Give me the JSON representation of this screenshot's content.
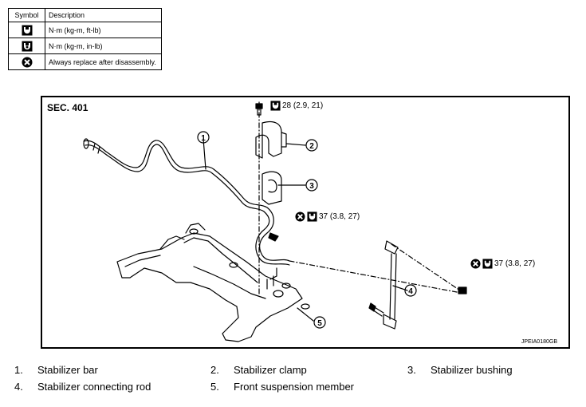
{
  "legend": {
    "header_symbol": "Symbol",
    "header_description": "Description",
    "rows": [
      {
        "icon": "torque-wrench-icon",
        "description": "N·m (kg-m, ft-lb)"
      },
      {
        "icon": "torque-wrench-inlb-icon",
        "description": "N·m (kg-m, in-lb)"
      },
      {
        "icon": "replace-circle-x-icon",
        "description": "Always replace after disassembly."
      }
    ]
  },
  "diagram": {
    "section": "SEC. 401",
    "image_code": "JPEIA0180GB",
    "torques": {
      "clamp_bolt": "28 (2.9, 21)",
      "upper_nut": "37 (3.8, 27)",
      "lower_nut": "37 (3.8, 27)"
    },
    "callouts": [
      "1",
      "2",
      "3",
      "4",
      "5"
    ]
  },
  "parts": [
    {
      "num": "1.",
      "name": "Stabilizer bar"
    },
    {
      "num": "2.",
      "name": "Stabilizer clamp"
    },
    {
      "num": "3.",
      "name": "Stabilizer bushing"
    },
    {
      "num": "4.",
      "name": "Stabilizer connecting rod"
    },
    {
      "num": "5.",
      "name": "Front suspension member"
    }
  ]
}
